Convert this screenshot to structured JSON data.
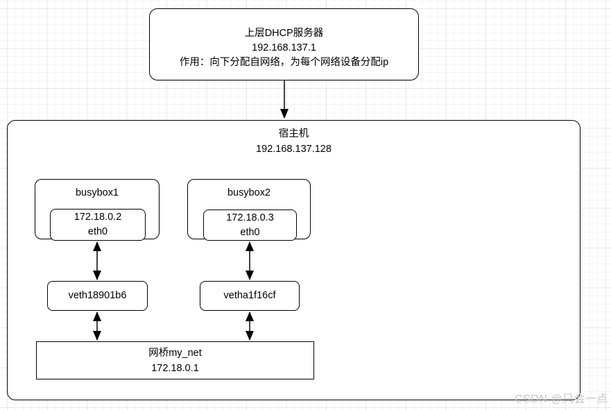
{
  "diagram": {
    "dhcp_server": {
      "title": "上层DHCP服务器",
      "ip": "192.168.137.1",
      "description": "作用：向下分配自网络，为每个网络设备分配ip"
    },
    "host": {
      "title": "宿主机",
      "ip": "192.168.137.128"
    },
    "containers": [
      {
        "name": "busybox1",
        "ip": "172.18.0.2",
        "interface": "eth0"
      },
      {
        "name": "busybox2",
        "ip": "172.18.0.3",
        "interface": "eth0"
      }
    ],
    "veths": [
      {
        "name": "veth18901b6"
      },
      {
        "name": "vetha1f16cf"
      }
    ],
    "bridge": {
      "name": "网桥my_net",
      "ip": "172.18.0.1"
    }
  },
  "watermark": "CSDN @只会一点"
}
